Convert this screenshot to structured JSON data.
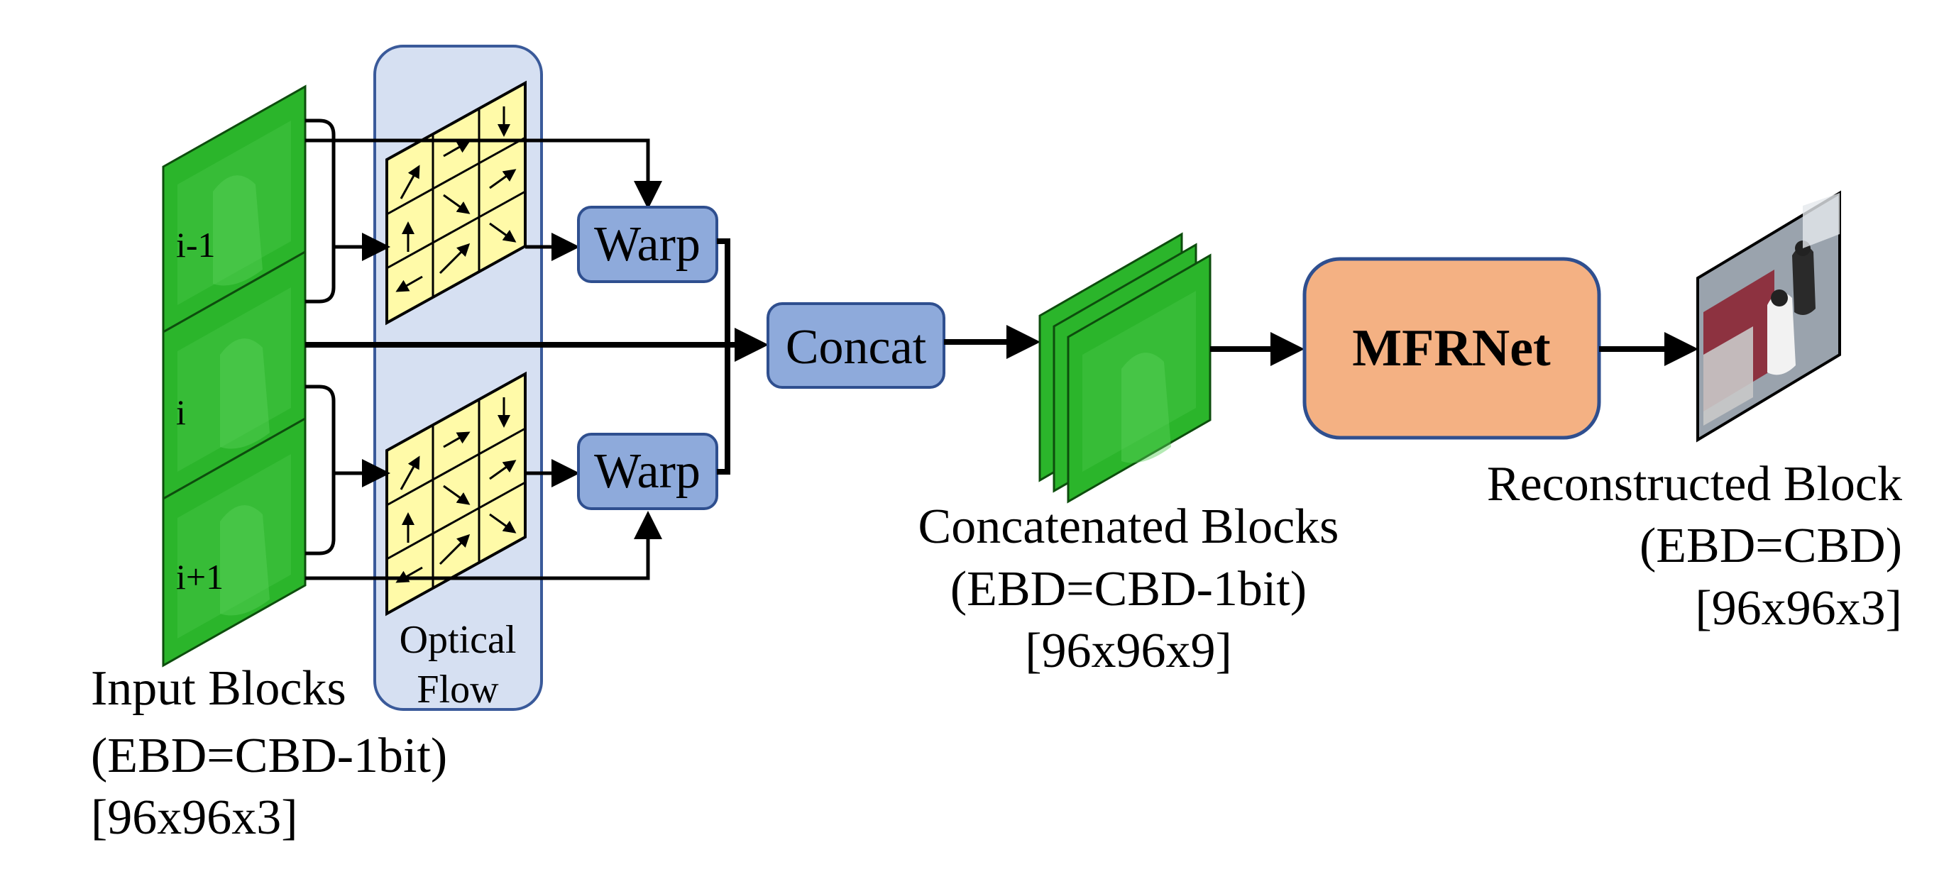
{
  "input_blocks": {
    "frame_labels": [
      "i-1",
      "i",
      "i+1"
    ],
    "caption": [
      "Input Blocks",
      "(EBD=CBD-1bit)",
      "[96x96x3]"
    ],
    "fill_color": "#2bb52b"
  },
  "optical_flow": {
    "label": [
      "Optical",
      "Flow"
    ],
    "panel_color": "#d6e0f2",
    "grid_color": "#fffaa8"
  },
  "warp": {
    "label": "Warp",
    "color": "#8eaadb"
  },
  "concat": {
    "label": "Concat",
    "color": "#8eaadb"
  },
  "concatenated_blocks": {
    "caption": [
      "Concatenated Blocks",
      "(EBD=CBD-1bit)",
      "[96x96x9]"
    ]
  },
  "mfrnet": {
    "label": "MFRNet",
    "color": "#f4b183"
  },
  "reconstructed_block": {
    "caption": [
      "Reconstructed Block",
      "(EBD=CBD)",
      "[96x96x3]"
    ]
  }
}
